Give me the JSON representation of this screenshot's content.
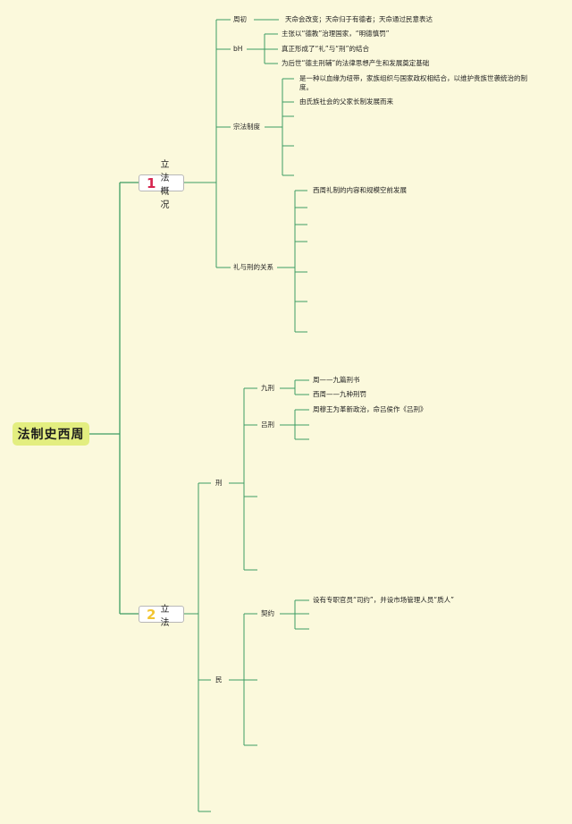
{
  "root": {
    "label": "法制史西周"
  },
  "sections": [
    {
      "number": "1",
      "number_color": "#d6264f",
      "label": "立法概况"
    },
    {
      "number": "2",
      "number_color": "#f2c531",
      "label": "立法"
    }
  ],
  "nodes": {
    "zhouchu": "周初",
    "zhouchu_detail": "天命会改变；天命归于有德者；天命通过民意表达",
    "bh": "bH",
    "bh_1": "主张以“德教”治理国家，“明德慎罚”",
    "bh_2": "真正形成了“礼”与“刑”的结合",
    "bh_3": "为后世“德主刑辅”的法律思想产生和发展奠定基础",
    "zongfa": "宗法制度",
    "zongfa_1": "是一种以血缘为纽带，家族组织与国家政权相结合，以维护贵族世袭统治的制度。",
    "zongfa_2": "由氏族社会的父家长制发展而来",
    "lixing": "礼与刑的关系",
    "lixing_1": "西周礼制的内容和规模空前发展",
    "xing": "刑",
    "jiuxing": "九刑",
    "jiuxing_1": "周——九篇刑书",
    "jiuxing_2": "西周——九种刑罚",
    "lvxing": "吕刑",
    "lvxing_1": "周穆王为革新政治，命吕侯作《吕刑》",
    "min": "民",
    "qiyue": "契约",
    "qiyue_1": "设有专职官员“司约”，并设市场管理人员“质人”"
  },
  "colors": {
    "background": "#fbf9dc",
    "line": "#3c9d63",
    "root_fill": "#e3ee80"
  }
}
